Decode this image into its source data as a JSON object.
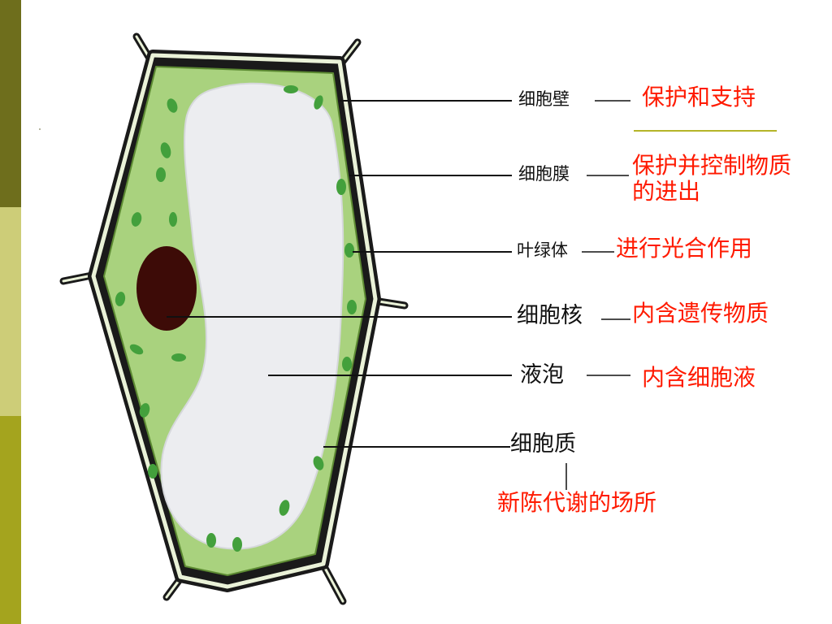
{
  "colors": {
    "sidebar_top": "#6e6e1c",
    "sidebar_middle": "#cdcd78",
    "sidebar_bottom": "#a4a41e",
    "accent_underline": "#b4b428",
    "function_text": "#ff1a00",
    "cytoplasm": "#a9d27e",
    "vacuole": "#ecedf0",
    "nucleus": "#3d0b07",
    "chloroplast": "#43a03c",
    "wall_line": "#1a1a1a",
    "wall_fill": "#eaf2d8"
  },
  "structures": [
    {
      "id": "cell-wall",
      "name": "细胞壁",
      "function": "保护和支持"
    },
    {
      "id": "cell-membrane",
      "name": "细胞膜",
      "function": "保护并控制物质的进出"
    },
    {
      "id": "chloroplast",
      "name": "叶绿体",
      "function": "进行光合作用"
    },
    {
      "id": "nucleus",
      "name": "细胞核",
      "function": "内含遗传物质"
    },
    {
      "id": "vacuole",
      "name": "液泡",
      "function": "内含细胞液"
    },
    {
      "id": "cytoplasm",
      "name": "细胞质",
      "function": "新陈代谢的场所"
    }
  ]
}
